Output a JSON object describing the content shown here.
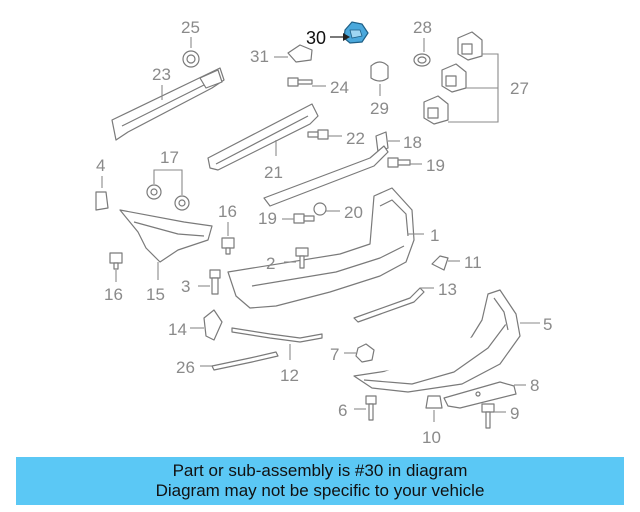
{
  "diagram": {
    "highlight_color": "#4aa8dc",
    "callouts": {
      "c1": "1",
      "c2": "2",
      "c3": "3",
      "c4": "4",
      "c5": "5",
      "c6": "6",
      "c7": "7",
      "c8": "8",
      "c9": "9",
      "c10": "10",
      "c11": "11",
      "c12": "12",
      "c13": "13",
      "c14": "14",
      "c15": "15",
      "c16a": "16",
      "c16b": "16",
      "c17": "17",
      "c18": "18",
      "c19a": "19",
      "c19b": "19",
      "c20": "20",
      "c21": "21",
      "c22": "22",
      "c23": "23",
      "c24": "24",
      "c25": "25",
      "c26": "26",
      "c27": "27",
      "c28": "28",
      "c29": "29",
      "c30": "30",
      "c31": "31"
    }
  },
  "banner": {
    "line1": "Part or sub-assembly is #30 in diagram",
    "line2": "Diagram may not be specific to your vehicle",
    "background": "#5bc8f5"
  }
}
